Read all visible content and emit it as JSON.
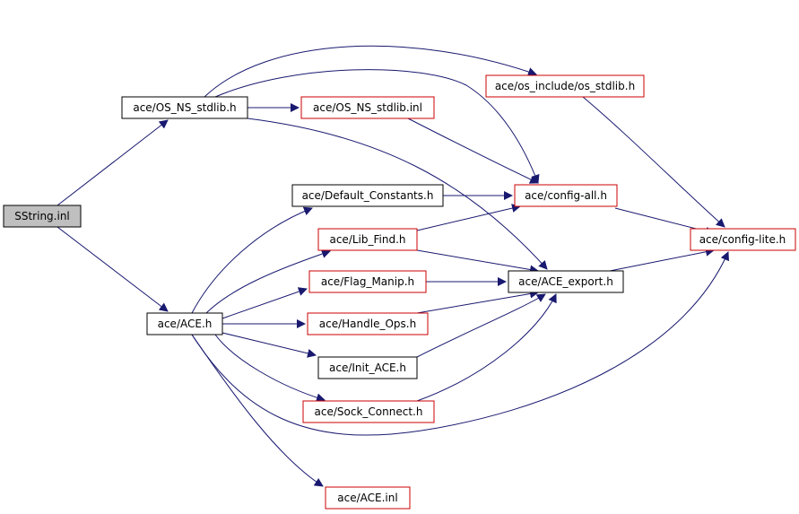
{
  "colors": {
    "edge": "#191970",
    "root_fill": "#bfbfbf",
    "root_border": "#000000",
    "plain_border": "#000000",
    "truncated_border": "#cc0000",
    "background": "#ffffff"
  },
  "nodes": {
    "sstring": "SString.inl",
    "os_ns_stdlib_h": "ace/OS_NS_stdlib.h",
    "os_ns_stdlib_inl": "ace/OS_NS_stdlib.inl",
    "os_stdlib_h": "ace/os_include/os_stdlib.h",
    "default_constants": "ace/Default_Constants.h",
    "config_all": "ace/config-all.h",
    "config_lite": "ace/config-lite.h",
    "lib_find": "ace/Lib_Find.h",
    "ace_export": "ace/ACE_export.h",
    "flag_manip": "ace/Flag_Manip.h",
    "ace_h": "ace/ACE.h",
    "handle_ops": "ace/Handle_Ops.h",
    "init_ace": "ace/Init_ACE.h",
    "sock_connect": "ace/Sock_Connect.h",
    "ace_inl": "ace/ACE.inl"
  },
  "node_styles": {
    "sstring": "root",
    "os_ns_stdlib_h": "plain",
    "os_ns_stdlib_inl": "truncated",
    "os_stdlib_h": "truncated",
    "default_constants": "plain",
    "config_all": "truncated",
    "config_lite": "truncated",
    "lib_find": "truncated",
    "ace_export": "plain",
    "flag_manip": "truncated",
    "ace_h": "plain",
    "handle_ops": "truncated",
    "init_ace": "plain",
    "sock_connect": "truncated",
    "ace_inl": "truncated"
  },
  "edges": [
    [
      "sstring",
      "os_ns_stdlib_h"
    ],
    [
      "sstring",
      "ace_h"
    ],
    [
      "os_ns_stdlib_h",
      "os_stdlib_h"
    ],
    [
      "os_ns_stdlib_h",
      "os_ns_stdlib_inl"
    ],
    [
      "os_ns_stdlib_h",
      "config_all"
    ],
    [
      "os_ns_stdlib_h",
      "ace_export"
    ],
    [
      "os_ns_stdlib_inl",
      "config_all"
    ],
    [
      "os_stdlib_h",
      "config_lite"
    ],
    [
      "config_all",
      "config_lite"
    ],
    [
      "default_constants",
      "config_all"
    ],
    [
      "lib_find",
      "config_all"
    ],
    [
      "lib_find",
      "ace_export"
    ],
    [
      "flag_manip",
      "ace_export"
    ],
    [
      "handle_ops",
      "ace_export"
    ],
    [
      "init_ace",
      "ace_export"
    ],
    [
      "sock_connect",
      "ace_export"
    ],
    [
      "ace_export",
      "config_lite"
    ],
    [
      "ace_h",
      "default_constants"
    ],
    [
      "ace_h",
      "lib_find"
    ],
    [
      "ace_h",
      "flag_manip"
    ],
    [
      "ace_h",
      "handle_ops"
    ],
    [
      "ace_h",
      "init_ace"
    ],
    [
      "ace_h",
      "sock_connect"
    ],
    [
      "ace_h",
      "config_lite"
    ],
    [
      "ace_h",
      "ace_inl"
    ]
  ]
}
